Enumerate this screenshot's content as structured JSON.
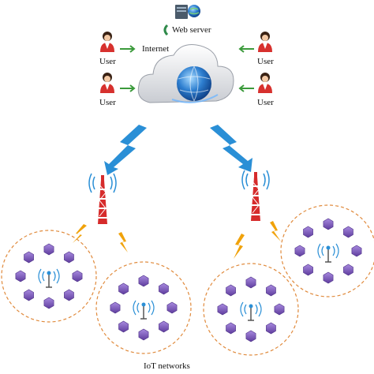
{
  "labels": {
    "web_server": "Web server",
    "internet": "Internet",
    "user": "User",
    "iot_networks": "IoT networks"
  },
  "users": [
    {
      "side": "left",
      "label": "User"
    },
    {
      "side": "left",
      "label": "User"
    },
    {
      "side": "right",
      "label": "User"
    },
    {
      "side": "right",
      "label": "User"
    }
  ],
  "iot_clusters": [
    {
      "devices": 8
    },
    {
      "devices": 8
    },
    {
      "devices": 8
    },
    {
      "devices": 8
    }
  ],
  "towers": 2,
  "colors": {
    "lightning_blue": "#2a8fd6",
    "lightning_orange": "#f0a20a",
    "device_purple": "#7a55b8",
    "cluster_border": "#e08a3c",
    "tower_red": "#d62b2b",
    "user_arrow_green": "#3b9a3b"
  },
  "icons": [
    "web-server-icon",
    "cloud-globe-icon",
    "user-icon",
    "cell-tower-icon",
    "lightning-icon",
    "iot-device-icon",
    "access-point-icon"
  ]
}
